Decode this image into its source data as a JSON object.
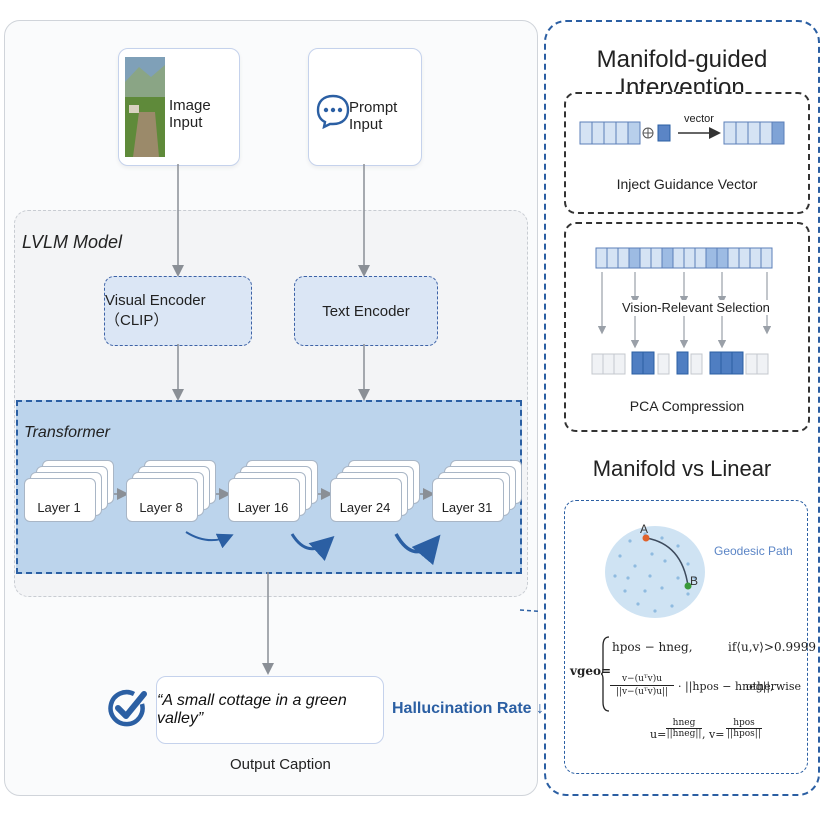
{
  "inputs": {
    "image_label": "Image Input",
    "prompt_label": "Prompt Input"
  },
  "model": {
    "title": "LVLM Model",
    "visual_encoder": "Visual Encoder（CLIP）",
    "text_encoder": "Text Encoder",
    "transformer_title": "Transformer",
    "layers": [
      "Layer 1",
      "Layer 8",
      "Layer 16",
      "Layer 24",
      "Layer 31"
    ]
  },
  "output": {
    "caption": "“A small cottage in a green valley”",
    "caption_label": "Output Caption",
    "hallucination": "Hallucination Rate ↓"
  },
  "right": {
    "title": "Manifold-guided Intervention",
    "vector_label": "vector",
    "inject_label": "Inject Guidance Vector",
    "selection_label": "Vision-Relevant Selection",
    "pca_label": "PCA Compression",
    "section2_title": "Manifold vs Linear",
    "geodesic_label": "Geodesic Path",
    "point_a": "A",
    "point_b": "B",
    "formula": {
      "lhs": "vgeo=",
      "case1": "hpos − hneg,",
      "cond1": "if⟨u,v⟩>0.9999",
      "frac_num": "v−(uᵀv)u",
      "frac_den": "||v−(uᵀv)u||",
      "case2_tail": "· ||hpos − hneg||,",
      "cond2": "otherwise",
      "u_eq": "u=",
      "u_num": "hneg",
      "u_den": "||hneg||",
      "v_eq": ", v=",
      "v_num": "hpos",
      "v_den": "||hpos||"
    }
  },
  "colors": {
    "accent": "#2b5fa3",
    "transformer_bg": "#bcd4ec",
    "encoder_bg": "#dbe6f5",
    "manifold_blob": "#cfe3f3",
    "point_a": "#e0622b",
    "point_b": "#3a9a3a"
  }
}
